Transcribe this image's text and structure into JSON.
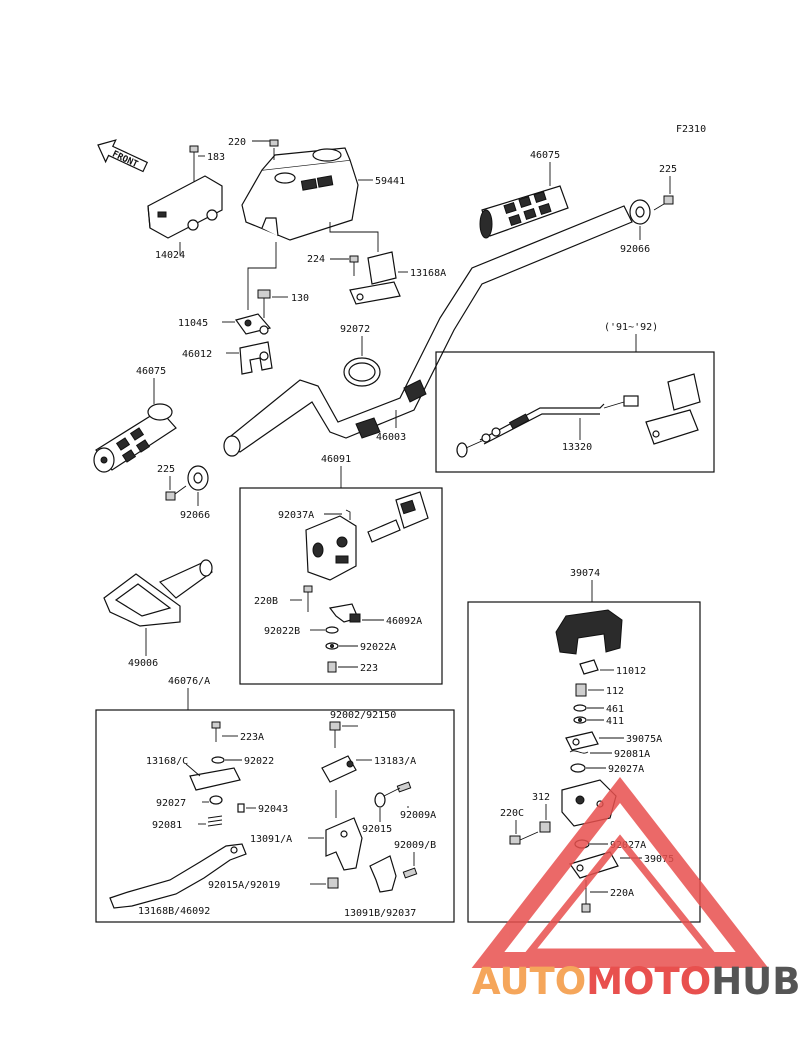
{
  "figure_code": "F2310",
  "front_label": "FRONT",
  "year_range": "('91~'92)",
  "watermark": {
    "part1": "AUTO",
    "part2": "MOTO",
    "part3": "HUB",
    "color_orange": "#f5a65b",
    "color_red": "#e8504e",
    "color_grey": "#555555"
  },
  "labels": {
    "p220": "220",
    "p183": "183",
    "p59441": "59441",
    "p46075_top": "46075",
    "p225_top": "225",
    "p92066_top": "92066",
    "p14024": "14024",
    "p224": "224",
    "p13168A": "13168A",
    "p130": "130",
    "p11045": "11045",
    "p92072": "92072",
    "p46012": "46012",
    "p46075_left": "46075",
    "p46003": "46003",
    "p13320": "13320",
    "p225_left": "225",
    "p92066_left": "92066",
    "p46091": "46091",
    "p92037A": "92037A",
    "p220B": "220B",
    "p46092A": "46092A",
    "p92022B": "92022B",
    "p92022A": "92022A",
    "p223": "223",
    "p49006": "49006",
    "p39074": "39074",
    "p11012": "11012",
    "p112": "112",
    "p461": "461",
    "p411": "411",
    "p39075A": "39075A",
    "p92081A": "92081A",
    "p92027A_1": "92027A",
    "p312": "312",
    "p220C": "220C",
    "p92027A_2": "92027A",
    "p39075": "39075",
    "p220A": "220A",
    "p46076A": "46076/A",
    "p223A": "223A",
    "p92002": "92002/92150",
    "p13168C": "13168/C",
    "p92022": "92022",
    "p13183A": "13183/A",
    "p92027": "92027",
    "p92043": "92043",
    "p92009A": "92009A",
    "p92081": "92081",
    "p92015": "92015",
    "p13091A": "13091/A",
    "p92009B": "92009/B",
    "p92015A": "92015A/92019",
    "p13168B": "13168B/46092",
    "p13091B": "13091B/92037"
  }
}
